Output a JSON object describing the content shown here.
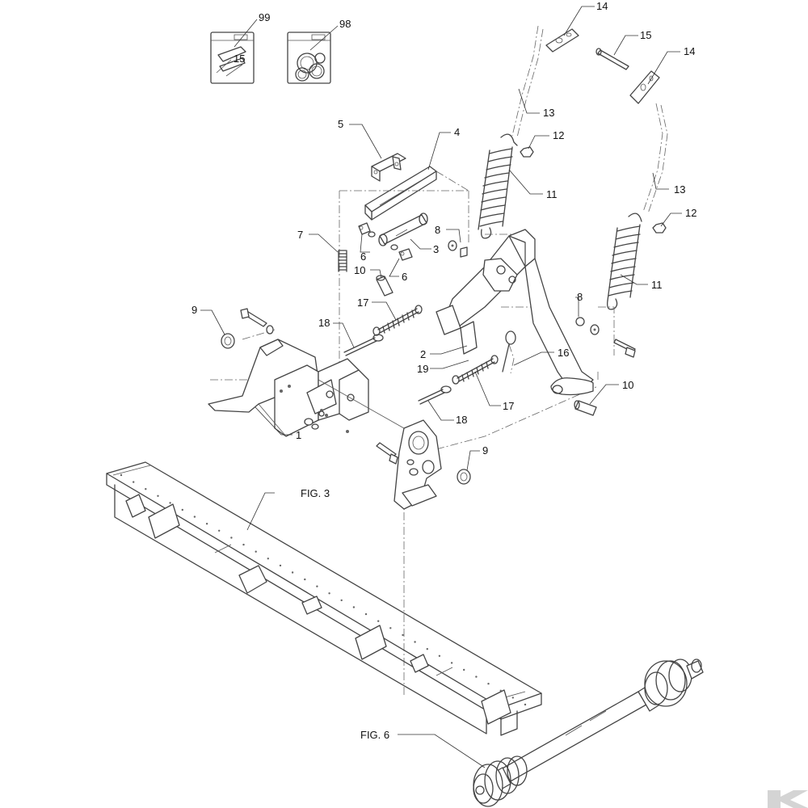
{
  "diagram": {
    "callouts": [
      {
        "label": "99"
      },
      {
        "label": "98"
      },
      {
        "label": "14"
      },
      {
        "label": "15"
      },
      {
        "label": "14"
      },
      {
        "label": "5"
      },
      {
        "label": "4"
      },
      {
        "label": "13"
      },
      {
        "label": "12"
      },
      {
        "label": "11"
      },
      {
        "label": "13"
      },
      {
        "label": "12"
      },
      {
        "label": "7"
      },
      {
        "label": "6"
      },
      {
        "label": "8"
      },
      {
        "label": "3"
      },
      {
        "label": "10"
      },
      {
        "label": "6"
      },
      {
        "label": "17"
      },
      {
        "label": "11"
      },
      {
        "label": "9"
      },
      {
        "label": "18"
      },
      {
        "label": "8"
      },
      {
        "label": "2"
      },
      {
        "label": "16"
      },
      {
        "label": "19"
      },
      {
        "label": "10"
      },
      {
        "label": "17"
      },
      {
        "label": "18"
      },
      {
        "label": "1"
      },
      {
        "label": "9"
      },
      {
        "label": "FIG. 3"
      },
      {
        "label": "FIG. 6"
      }
    ],
    "bag_labels": {
      "bag99": "15"
    }
  },
  "colors": {
    "line": "#444444",
    "text": "#111111",
    "logo": "#d4d4d4"
  },
  "logo": {
    "name": "kramp-k-logo"
  }
}
